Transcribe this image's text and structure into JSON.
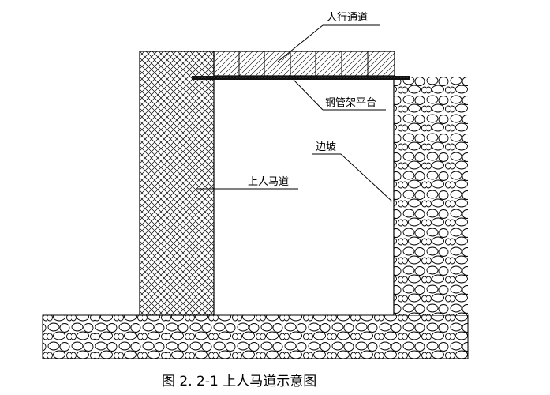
{
  "labels": {
    "walkway": "人行通道",
    "platform": "钢管架平台",
    "slope": "边坡",
    "ramp": "上人马道"
  },
  "caption": "图 2. 2-1  上人马道示意图"
}
